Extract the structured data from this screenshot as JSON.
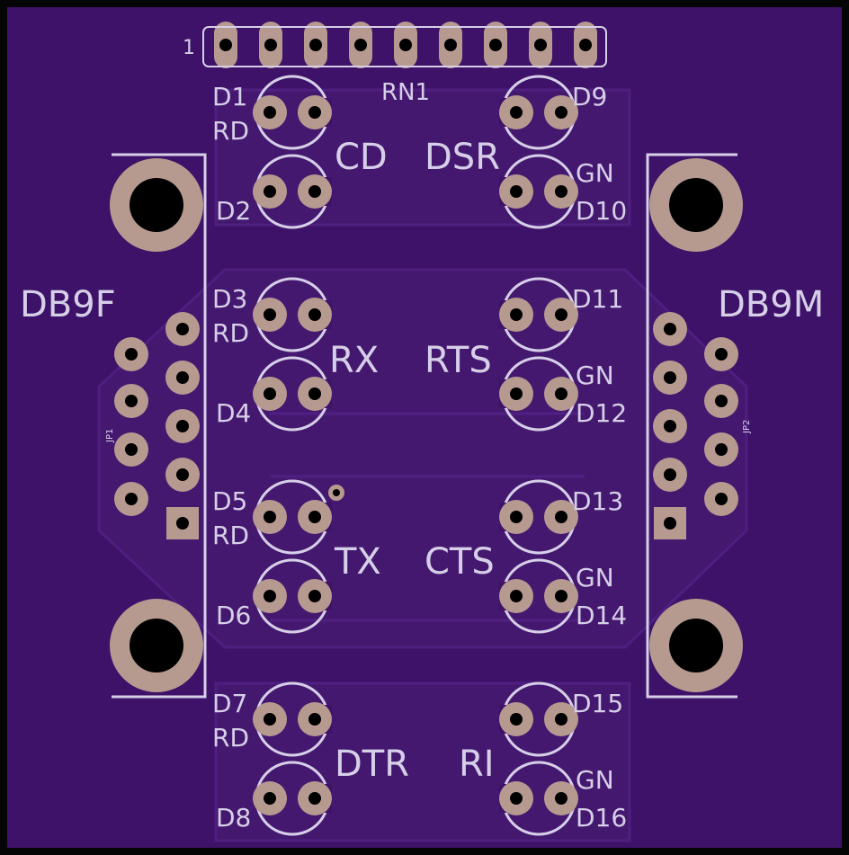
{
  "board": {
    "colors": {
      "outline": "#050505",
      "board": "#3d1268",
      "copper": "#4a1a7a",
      "silk": "#d6cfe8",
      "pad": "#b79a8f",
      "hole": "#000000"
    }
  },
  "header": {
    "pin1_label": "1",
    "ref": "RN1",
    "pin_count": 9
  },
  "connectors": {
    "left": {
      "label": "DB9F",
      "ref": "JP1"
    },
    "right": {
      "label": "DB9M",
      "ref": "JP2"
    }
  },
  "signal_labels": [
    {
      "left": "CD",
      "right": "DSR"
    },
    {
      "left": "RX",
      "right": "RTS"
    },
    {
      "left": "TX",
      "right": "CTS"
    },
    {
      "left": "DTR",
      "right": "RI"
    }
  ],
  "leds": {
    "left": [
      {
        "top_ref": "D1",
        "color_tag": "RD",
        "bottom_ref": "D2"
      },
      {
        "top_ref": "D3",
        "color_tag": "RD",
        "bottom_ref": "D4"
      },
      {
        "top_ref": "D5",
        "color_tag": "RD",
        "bottom_ref": "D6"
      },
      {
        "top_ref": "D7",
        "color_tag": "RD",
        "bottom_ref": "D8"
      }
    ],
    "right": [
      {
        "top_ref": "D9",
        "color_tag": "GN",
        "bottom_ref": "D10"
      },
      {
        "top_ref": "D11",
        "color_tag": "GN",
        "bottom_ref": "D12"
      },
      {
        "top_ref": "D13",
        "color_tag": "GN",
        "bottom_ref": "D14"
      },
      {
        "top_ref": "D15",
        "color_tag": "GN",
        "bottom_ref": "D16"
      }
    ]
  }
}
